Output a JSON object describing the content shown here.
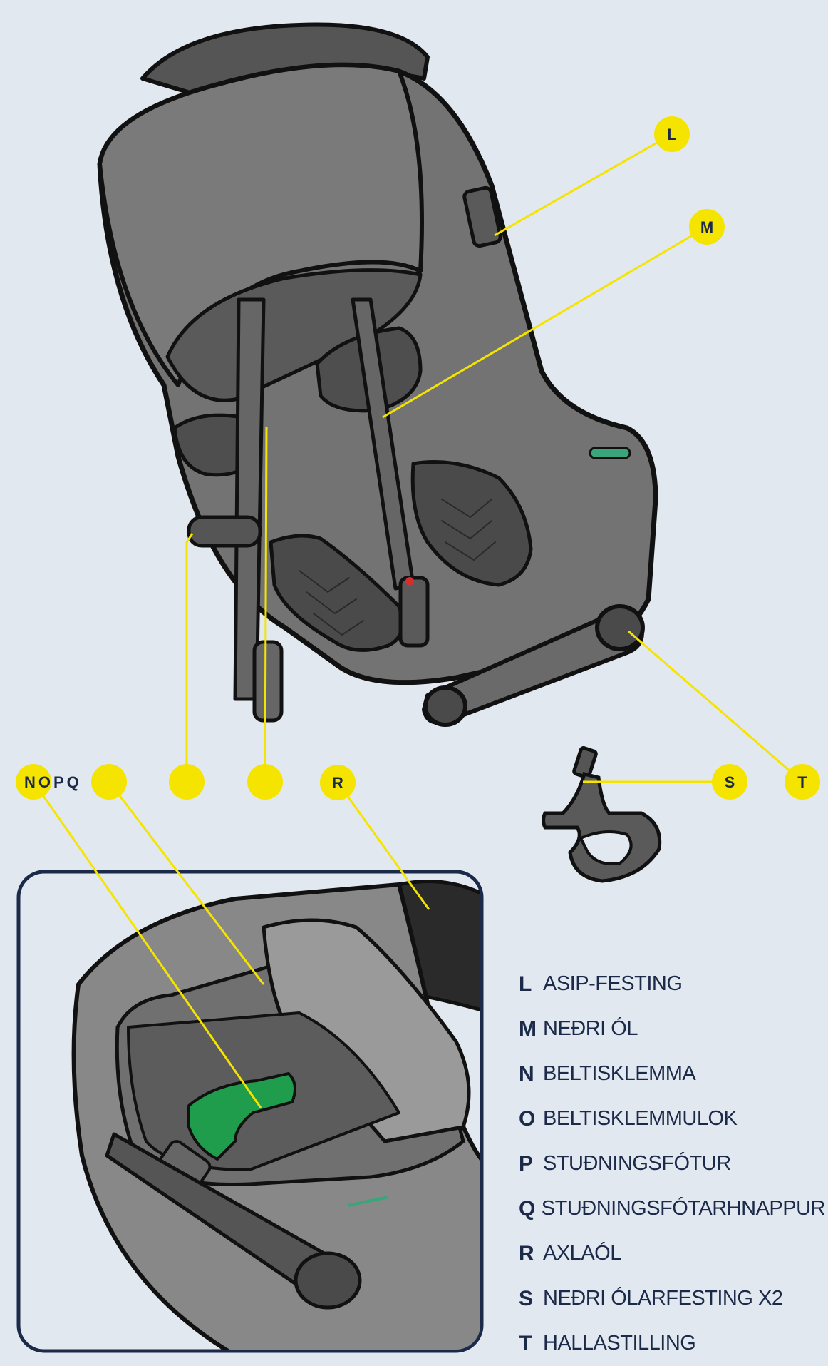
{
  "colors": {
    "background": "#e2e8ef",
    "callout_yellow": "#f5e400",
    "label_text": "#1c2a4a",
    "seat_grey": "#6e6e6e",
    "seat_dark": "#4c4c4c",
    "inset_border": "#1c2a4a",
    "buckle_green": "#1f9d4c"
  },
  "markers": {
    "L": "L",
    "M": "M",
    "NOPQ": "NOPQ",
    "blank1": "",
    "blank2": "",
    "blank3": "",
    "R": "R",
    "S": "S",
    "T": "T"
  },
  "legend": [
    {
      "letter": "L",
      "text": "ASIP-FESTING"
    },
    {
      "letter": "M",
      "text": "NEÐRI ÓL"
    },
    {
      "letter": "N",
      "text": "BELTISKLEMMA"
    },
    {
      "letter": "O",
      "text": "BELTISKLEMMULOK"
    },
    {
      "letter": "P",
      "text": "STUÐNINGSFÓTUR"
    },
    {
      "letter": "Q",
      "text": "STUÐNINGSFÓTARHNAPPUR"
    },
    {
      "letter": "R",
      "text": "AXLAÓL"
    },
    {
      "letter": "S",
      "text": "NEÐRI ÓLARFESTING X2"
    },
    {
      "letter": "T",
      "text": "HALLASTILLING"
    }
  ]
}
